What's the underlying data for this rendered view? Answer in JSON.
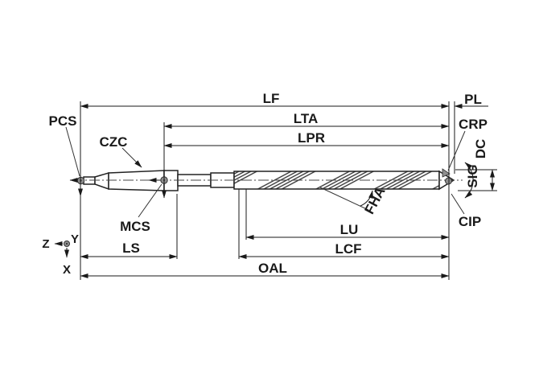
{
  "diagram": {
    "labels": {
      "lf": "LF",
      "lta": "LTA",
      "lpr": "LPR",
      "pl": "PL",
      "crp": "CRP",
      "dc": "DC",
      "sig": "SIG",
      "cip": "CIP",
      "fha": "FHA",
      "lu": "LU",
      "lcf": "LCF",
      "ls": "LS",
      "oal": "OAL",
      "mcs": "MCS",
      "pcs": "PCS",
      "czc": "CZC"
    },
    "axes": {
      "x": "X",
      "y": "Y",
      "z": "Z"
    },
    "colors": {
      "line": "#1a1a1a",
      "marker_fill": "#8e8e8e",
      "background": "#ffffff"
    }
  }
}
